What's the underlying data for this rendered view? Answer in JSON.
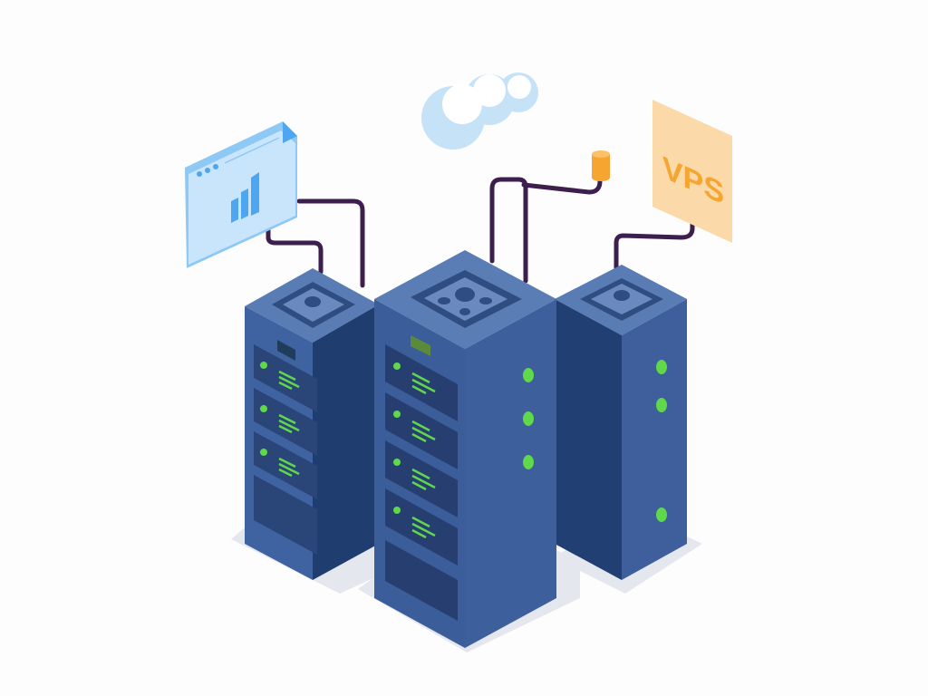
{
  "illustration": {
    "subject": "isometric server racks connected to cloud services",
    "background": "#fdfdfe",
    "vps_sign": {
      "label": "VPS",
      "bg": "#fcd9a8",
      "text_color": "#f6a630"
    },
    "browser_window": {
      "frame": "#8ec8f5",
      "panel": "#c9e5fb",
      "chart_color": "#4da6ef"
    },
    "cloud": {
      "fill": "#c6e2f7",
      "highlight": "#ffffff"
    },
    "database_icon": {
      "color": "#f6a630"
    },
    "cables": {
      "color": "#3d1f4e"
    },
    "servers": [
      {
        "name": "left",
        "front": "#3f63a0",
        "side": "#1f3d6e",
        "top": "#5a7cb5",
        "slots": 3,
        "leds": 0
      },
      {
        "name": "center",
        "front": "#3b5d99",
        "side": "#3d5f9c",
        "top": "#5b7db6",
        "slots": 4,
        "leds": 3
      },
      {
        "name": "right",
        "front": "#213f72",
        "side": "#3e5f9b",
        "top": "#5a7cb5",
        "slots": 0,
        "leds": 3
      }
    ],
    "status_green": "#5fd84a",
    "shadow": "#e3e6ec"
  }
}
